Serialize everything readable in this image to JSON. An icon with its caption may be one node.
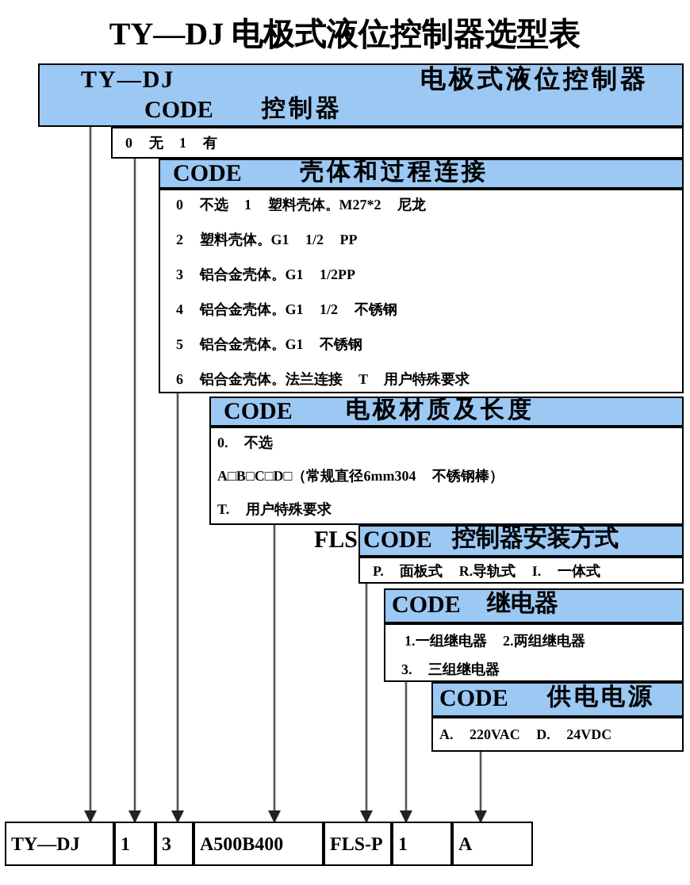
{
  "diagram": {
    "title": "TY—DJ 电极式液位控制器选型表",
    "nodes": [
      {
        "text": [
          "TY—DJ",
          "电极式液位控制器",
          "CODE",
          "控制器"
        ]
      },
      {
        "text": [
          "0 无 1 有"
        ]
      },
      {
        "text": [
          "CODE",
          "壳体和过程连接"
        ]
      },
      {
        "text": [
          "0 不选 1 塑料壳体。M27*2 尼龙",
          "2 塑料壳体。G1 1/2 PP",
          "3 铝合金壳体。G1 1/2PP",
          "4 铝合金壳体。G1 1/2 不锈钢",
          "5 铝合金壳体。G1 不锈钢",
          "6 铝合金壳体。法兰连接 T 用户特殊要求"
        ]
      },
      {
        "text": [
          "CODE",
          "电极材质及长度"
        ]
      },
      {
        "text": [
          "0. 不选",
          "A□B□C□D□（常规直径6mm304 不锈钢棒）",
          "T. 用户特殊要求"
        ]
      },
      {
        "text": [
          "CODE",
          "控制器安装方式"
        ],
        "beside": [
          "FLS"
        ]
      },
      {
        "text": [
          "P. 面板式 R.导轨式 I. 一体式"
        ]
      },
      {
        "text": [
          "CODE",
          "继电器"
        ]
      },
      {
        "text": [
          "1.一组继电器 2.两组继电器",
          "3. 三组继电器"
        ]
      },
      {
        "text": [
          "CODE",
          "供电电源"
        ]
      },
      {
        "text": [
          "A. 220VAC D. 24VDC"
        ]
      },
      {
        "text": [
          "TY—DJ"
        ]
      },
      {
        "text": [
          "1"
        ]
      },
      {
        "text": [
          "3"
        ]
      },
      {
        "text": [
          "A500B400"
        ]
      },
      {
        "text": [
          "FLS-P"
        ]
      },
      {
        "text": [
          "1"
        ]
      },
      {
        "text": [
          "A"
        ]
      }
    ],
    "edges": [
      {
        "from": 0,
        "to": 12,
        "arrow": "to"
      },
      {
        "from": 1,
        "to": 13,
        "arrow": "to"
      },
      {
        "from": 3,
        "to": 14,
        "arrow": "to"
      },
      {
        "from": 5,
        "to": 15,
        "arrow": "to"
      },
      {
        "from": 7,
        "to": 16,
        "arrow": "to"
      },
      {
        "from": 9,
        "to": 17,
        "arrow": "to"
      },
      {
        "from": 11,
        "to": 18,
        "arrow": "to"
      }
    ]
  }
}
